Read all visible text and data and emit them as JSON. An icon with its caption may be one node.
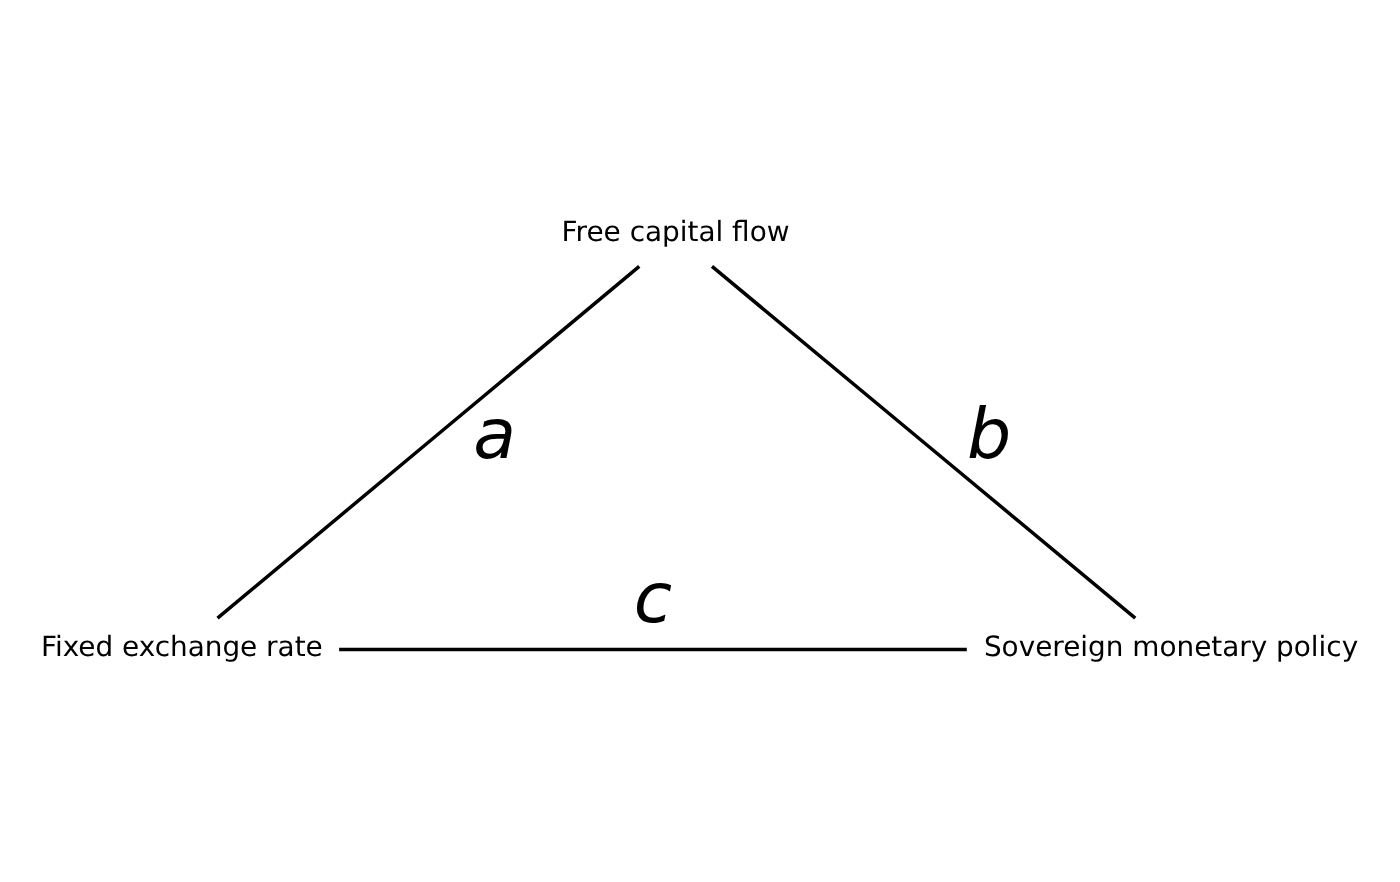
{
  "diagram": {
    "nodes": [
      {
        "text": [
          "Free capital flow"
        ]
      },
      {
        "text": [
          "Fixed exchange rate"
        ]
      },
      {
        "text": [
          "Sovereign monetary policy"
        ]
      }
    ],
    "edges": [
      {
        "from": 0,
        "to": 1,
        "arrow": "none",
        "label": "a"
      },
      {
        "from": 0,
        "to": 2,
        "arrow": "none",
        "label": "b"
      },
      {
        "from": 1,
        "to": 2,
        "arrow": "none",
        "label": "c"
      }
    ]
  }
}
